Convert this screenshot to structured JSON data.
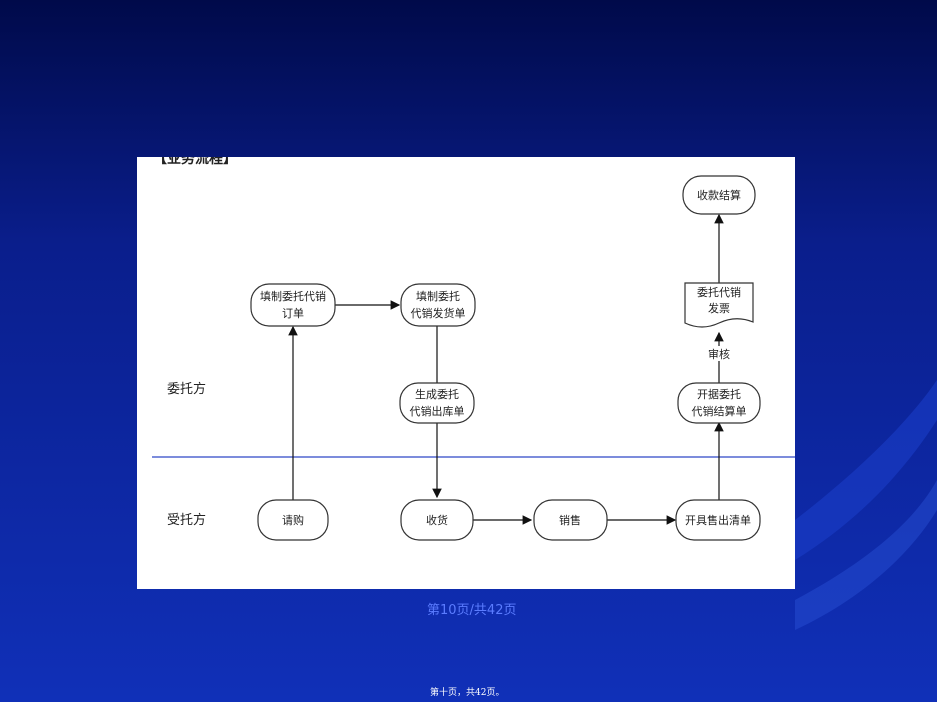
{
  "slide": {
    "cropped_header": "【业务流程】",
    "page_label": "第10页/共42页",
    "footer": "第十页，共42页。"
  },
  "lanes": {
    "top": "委托方",
    "bottom": "受托方"
  },
  "colors": {
    "background": "#0a1d8a",
    "lane_divider": "#2f47c8",
    "page_label": "#5b7cff"
  },
  "nodes": {
    "fill_order": [
      "填制委托代销",
      "订单"
    ],
    "fill_delivery": [
      "填制委托",
      "代销发货单"
    ],
    "outbound": [
      "生成委托",
      "代销出库单"
    ],
    "issue_settlement": [
      "开据委托",
      "代销结算单"
    ],
    "invoice": [
      "委托代销",
      "发票"
    ],
    "collect": [
      "收款结算"
    ],
    "purchase_request": [
      "请购"
    ],
    "receive": [
      "收货"
    ],
    "sell": [
      "销售"
    ],
    "sales_list": [
      "开具售出清单"
    ]
  },
  "edge_labels": {
    "review": "审核"
  }
}
